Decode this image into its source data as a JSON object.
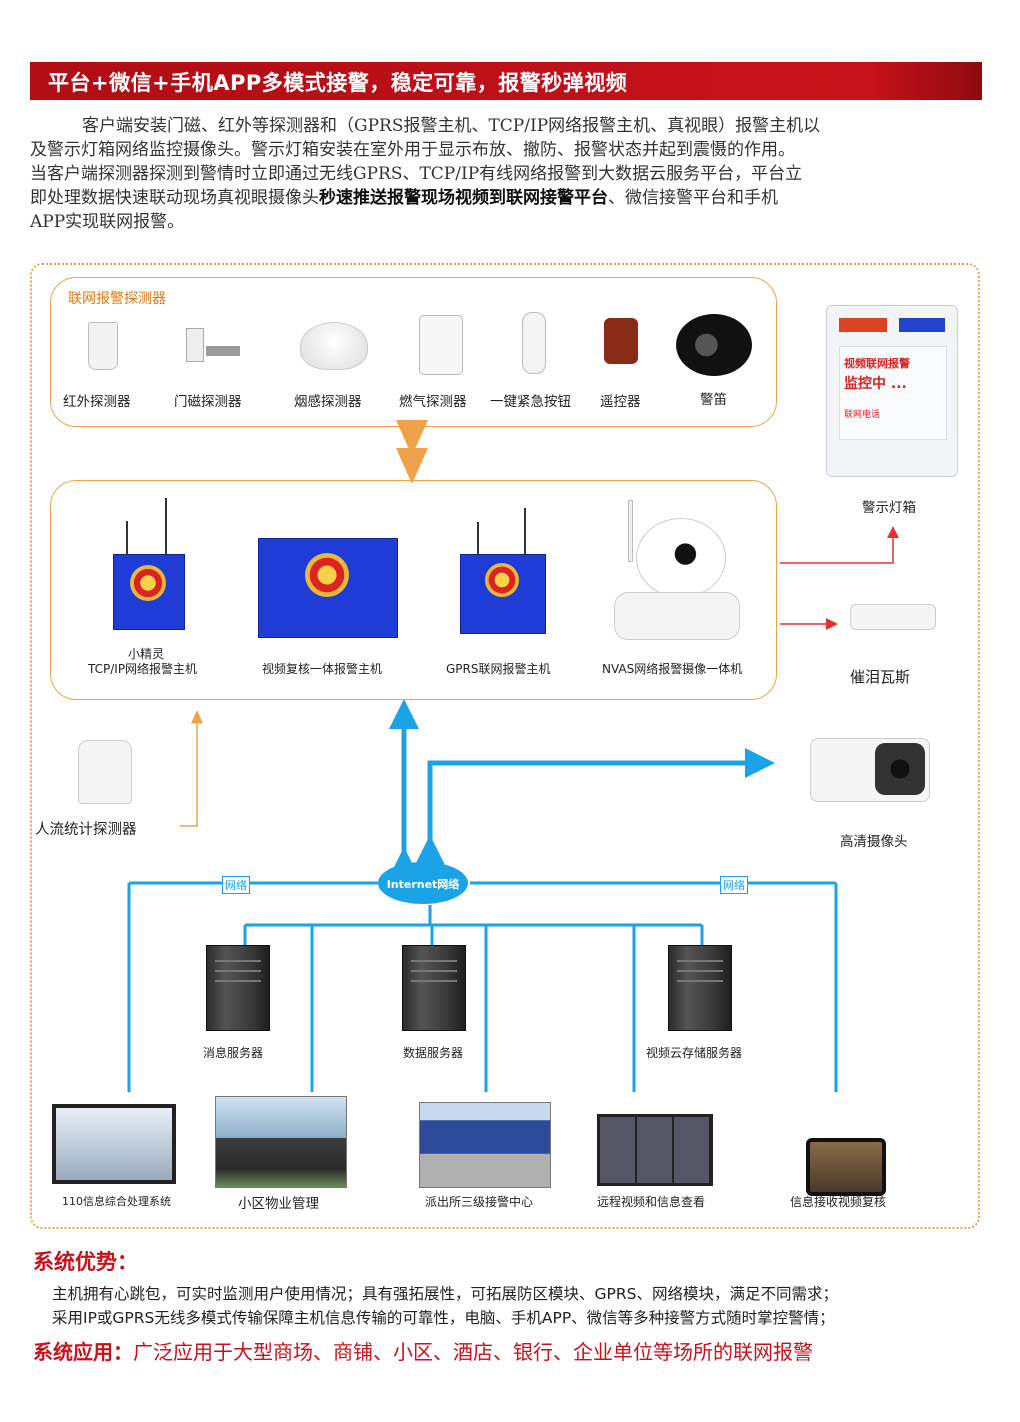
{
  "header": {
    "banner_title": "平台+微信+手机APP多模式接警，稳定可靠，报警秒弹视频"
  },
  "intro": {
    "line1": "客户端安装门磁、红外等探测器和（GPRS报警主机、TCP/IP网络报警主机、真视眼）报警主机以",
    "line2": "及警示灯箱网络监控摄像头。警示灯箱安装在室外用于显示布放、撤防、报警状态并起到震慑的作用。",
    "line3": "当客户端探测器探测到警情时立即通过无线GPRS、TCP/IP有线网络报警到大数据云服务平台，平台立",
    "line4_a": "即处理数据快速联动现场真视眼摄像头",
    "line4_bold": "秒速推送报警现场视频到联网接警平台",
    "line4_b": "、微信接警平台和手机",
    "line5": "APP实现联网报警。"
  },
  "detectors": {
    "title": "联网报警探测器",
    "items": [
      "红外探测器",
      "门磁探测器",
      "烟感探测器",
      "燃气探测器",
      "一键紧急按钮",
      "遥控器",
      "警笛"
    ]
  },
  "hosts": {
    "tcp_sub": "小精灵",
    "tcp": "TCP/IP网络报警主机",
    "video": "视频复核一体报警主机",
    "gprs": "GPRS联网报警主机",
    "nvas": "NVAS网络报警摄像一体机"
  },
  "right_devices": {
    "light_box": "警示灯箱",
    "light_box_screen1": "视频联网报警",
    "light_box_screen2": "监控中 ...",
    "light_box_screen3": "联网电话",
    "tear_gas": "催泪瓦斯",
    "hd_camera": "高清摄像头"
  },
  "people_counter": "人流统计探测器",
  "network": {
    "center": "Internet网络",
    "left_tag": "网络",
    "right_tag": "网络"
  },
  "servers": [
    "消息服务器",
    "数据服务器",
    "视频云存储服务器"
  ],
  "endpoints": [
    "110信息综合处理系统",
    "小区物业管理",
    "派出所三级接警中心",
    "远程视频和信息查看",
    "信息接收视频复核"
  ],
  "advantages": {
    "title": "系统优势：",
    "line1": "主机拥有心跳包，可实时监测用户使用情况；具有强拓展性，可拓展防区模块、GPRS、网络模块，满足不同需求；",
    "line2": "采用IP或GPRS无线多模式传输保障主机信息传输的可靠性，电脑、手机APP、微信等多种接警方式随时掌控警情；"
  },
  "application": {
    "title": "系统应用：",
    "text": "广泛应用于大型商场、商铺、小区、酒店、银行、企业单位等场所的联网报警"
  },
  "colors": {
    "brand_red": "#c8121b",
    "orange": "#f0a24a",
    "network_blue": "#1aa3e6",
    "panel_blue": "#1f3dd6"
  }
}
